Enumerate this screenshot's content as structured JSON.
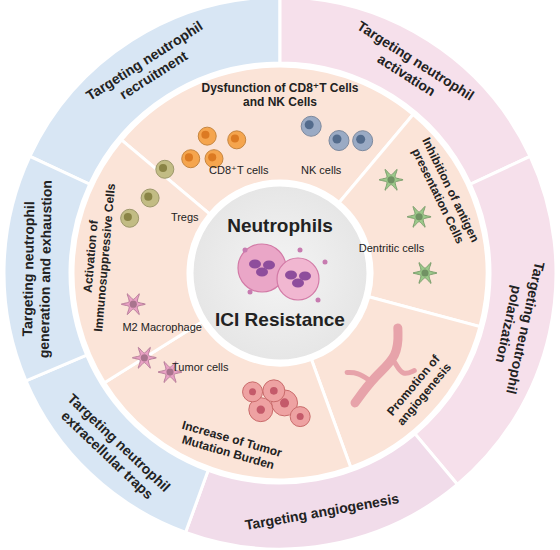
{
  "diagram": {
    "nodes": [
      {
        "text": [
          "Neutrophils",
          "ICI Resistance"
        ]
      },
      {
        "text": [
          "Dysfunction of CD8⁺T Cells and NK Cells",
          "CD8⁺T cells",
          "NK cells"
        ]
      },
      {
        "text": [
          "Inhibition of antigen presentation Cells",
          "Dentritic cells"
        ]
      },
      {
        "text": [
          "Promotion of angiogenesis"
        ]
      },
      {
        "text": [
          "Increase of Tumor Mutation Burden",
          "Tumor cells"
        ]
      },
      {
        "text": [
          "Activation of Immunosuppressive Cells",
          "Tregs",
          "M2 Macrophage"
        ]
      },
      {
        "text": [
          "Targeting neutrophil recruitment"
        ]
      },
      {
        "text": [
          "Targeting neutrophil activation"
        ]
      },
      {
        "text": [
          "Targeting neutrophil polarization"
        ]
      },
      {
        "text": [
          "Targeting angiogenesis"
        ]
      },
      {
        "text": [
          "Targeting neutrophil extracellular traps"
        ]
      },
      {
        "text": [
          "Targeting neutrophil generation and exhaustion"
        ]
      }
    ]
  }
}
